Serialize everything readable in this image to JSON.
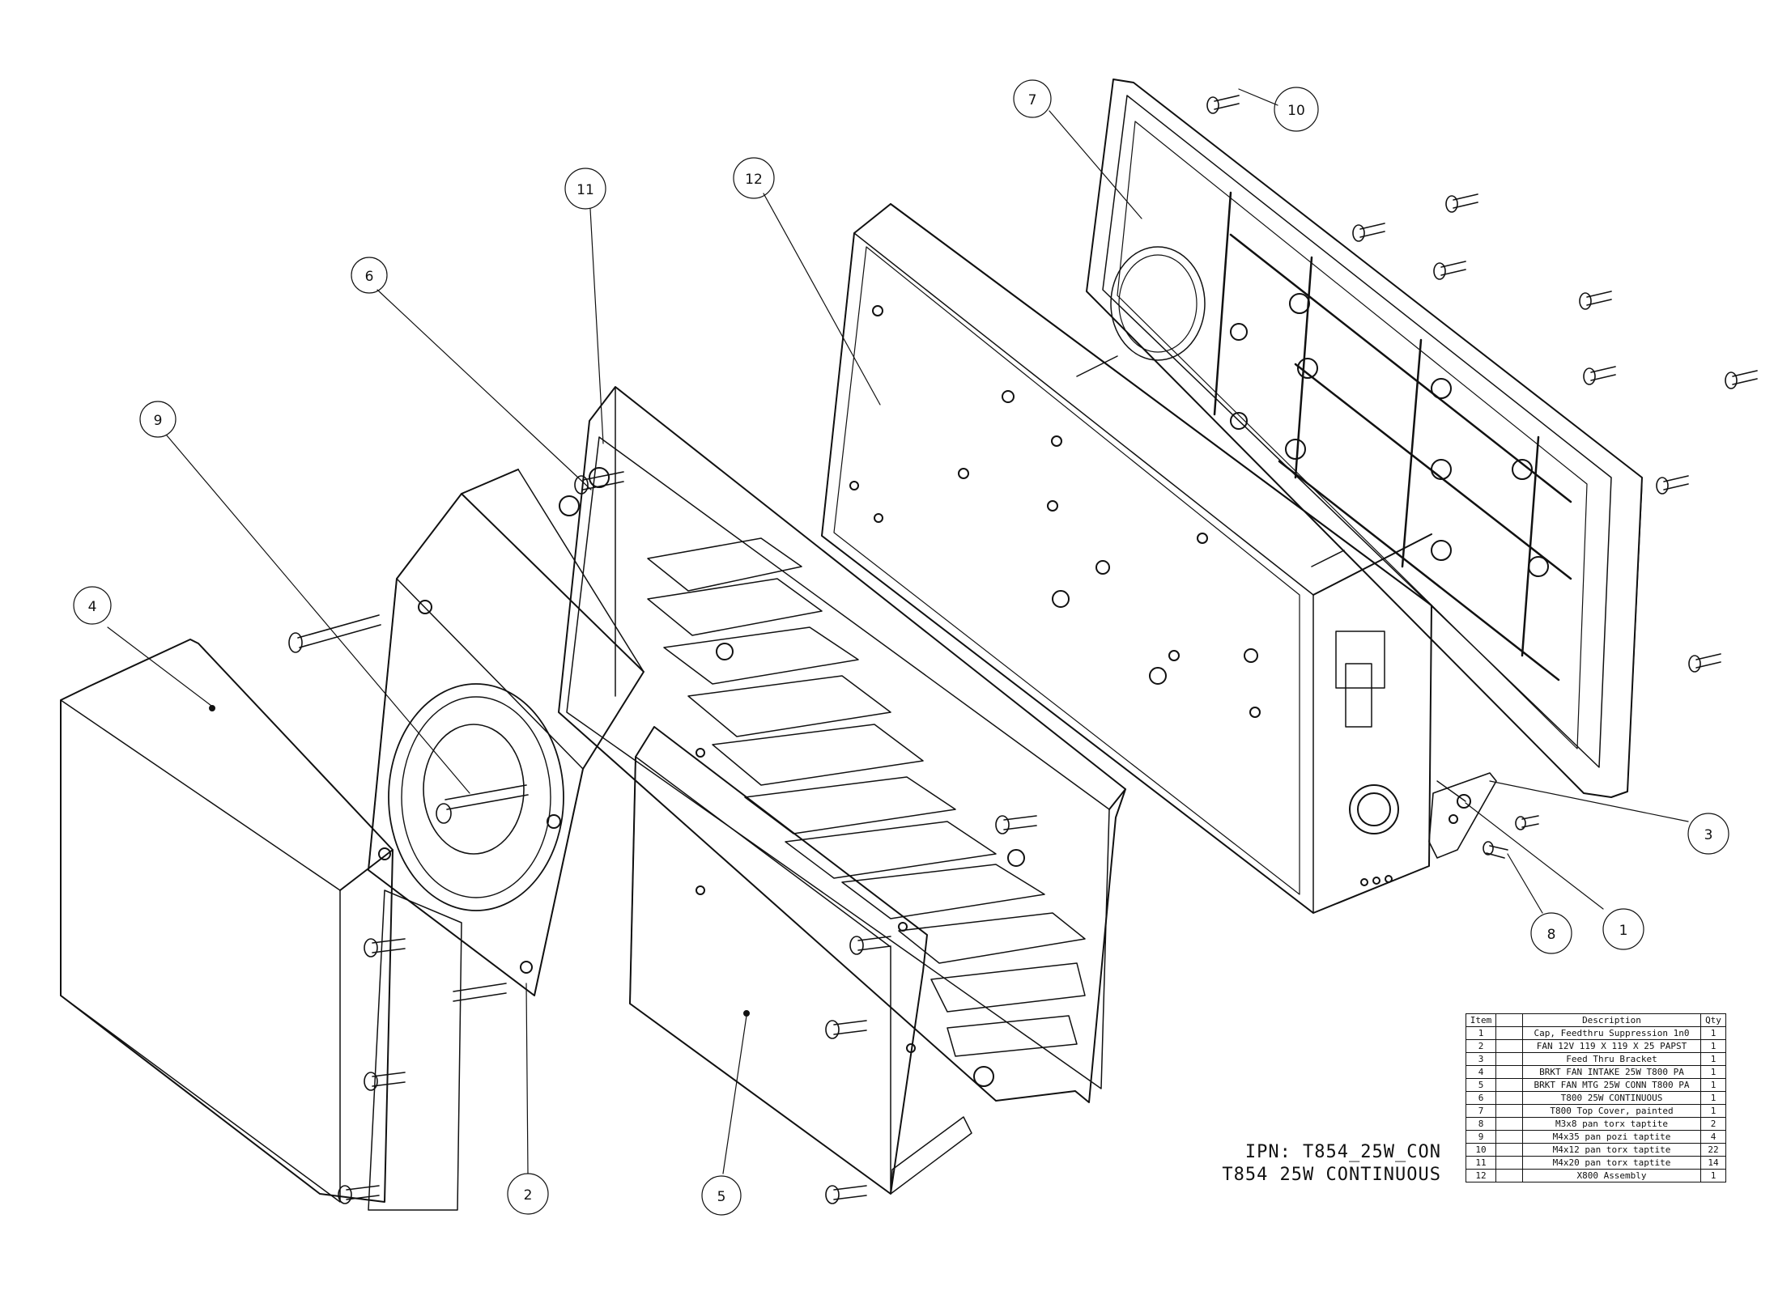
{
  "title_block": {
    "ipn": "IPN: T854_25W_CON",
    "name": "T854 25W CONTINUOUS"
  },
  "bom": {
    "headers": {
      "item": "Item",
      "description": "Description",
      "qty": "Qty"
    },
    "rows": [
      {
        "item": "1",
        "description": "Cap, Feedthru Suppression 1n0",
        "qty": "1"
      },
      {
        "item": "2",
        "description": "FAN 12V 119 X 119 X 25 PAPST",
        "qty": "1"
      },
      {
        "item": "3",
        "description": "Feed Thru Bracket",
        "qty": "1"
      },
      {
        "item": "4",
        "description": "BRKT FAN INTAKE 25W T800 PA",
        "qty": "1"
      },
      {
        "item": "5",
        "description": "BRKT FAN MTG 25W CONN T800 PA",
        "qty": "1"
      },
      {
        "item": "6",
        "description": "T800 25W CONTINUOUS",
        "qty": "1"
      },
      {
        "item": "7",
        "description": "T800 Top Cover, painted",
        "qty": "1"
      },
      {
        "item": "8",
        "description": "M3x8 pan torx taptite",
        "qty": "2"
      },
      {
        "item": "9",
        "description": "M4x35 pan pozi taptite",
        "qty": "4"
      },
      {
        "item": "10",
        "description": "M4x12 pan torx taptite",
        "qty": "22"
      },
      {
        "item": "11",
        "description": "M4x20 pan torx taptite",
        "qty": "14"
      },
      {
        "item": "12",
        "description": "X800 Assembly",
        "qty": "1"
      }
    ]
  },
  "balloons": {
    "b1": "1",
    "b2": "2",
    "b3": "3",
    "b4": "4",
    "b5": "5",
    "b6": "6",
    "b7": "7",
    "b8": "8",
    "b9": "9",
    "b10": "10",
    "b11": "11",
    "b12": "12"
  }
}
